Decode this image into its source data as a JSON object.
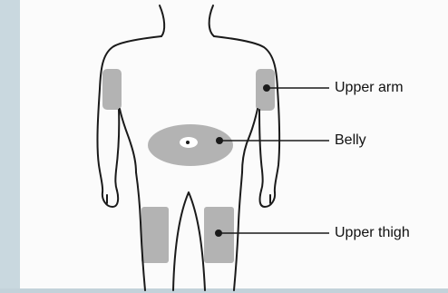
{
  "labels": {
    "upper_arm": "Upper arm",
    "belly": "Belly",
    "upper_thigh": "Upper thigh"
  },
  "colors": {
    "outline": "#1a1a1a",
    "injection_area": "#b3b3b3",
    "paper": "#fbfbfb",
    "background": "#c4d3db"
  }
}
